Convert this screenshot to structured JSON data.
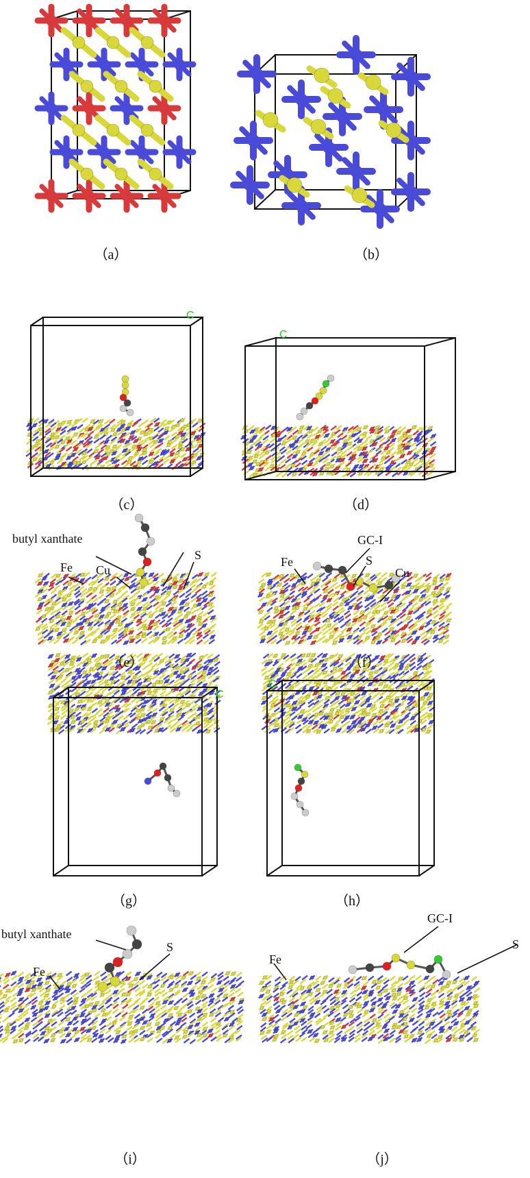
{
  "panels": [
    {
      "id": "a",
      "label": "（a）"
    },
    {
      "id": "b",
      "label": "（b）"
    },
    {
      "id": "c",
      "label": "（c）",
      "axis_label": "C"
    },
    {
      "id": "d",
      "label": "（d）",
      "axis_label": "C"
    },
    {
      "id": "e",
      "label": "（e）"
    },
    {
      "id": "f",
      "label": "（f）"
    },
    {
      "id": "g",
      "label": "（g）",
      "axis_label": "C"
    },
    {
      "id": "h",
      "label": "（h）",
      "axis_label": "C"
    },
    {
      "id": "i",
      "label": "（i）"
    },
    {
      "id": "j",
      "label": "（j）"
    }
  ],
  "annotations": {
    "e": {
      "molecule": "butyl xanthate",
      "fe": "Fe",
      "cu": "Cu",
      "s": "S"
    },
    "f": {
      "molecule": "GC-I",
      "fe": "Fe",
      "s": "S",
      "cu": "Cu"
    },
    "i": {
      "molecule": "butyl xanthate",
      "fe": "Fe",
      "s": "S"
    },
    "j": {
      "molecule": "GC-I",
      "fe": "Fe",
      "s": "S"
    }
  },
  "colors": {
    "cu_atom": "#d63a3a",
    "fe_atom": "#4a4ad8",
    "s_atom": "#d8d83a",
    "c_atom": "#444444",
    "h_atom": "#cccccc",
    "o_atom": "#e02020",
    "cl_atom": "#33cc33",
    "axis_c": "#22cc22",
    "axis_a": "#e03a6a"
  }
}
